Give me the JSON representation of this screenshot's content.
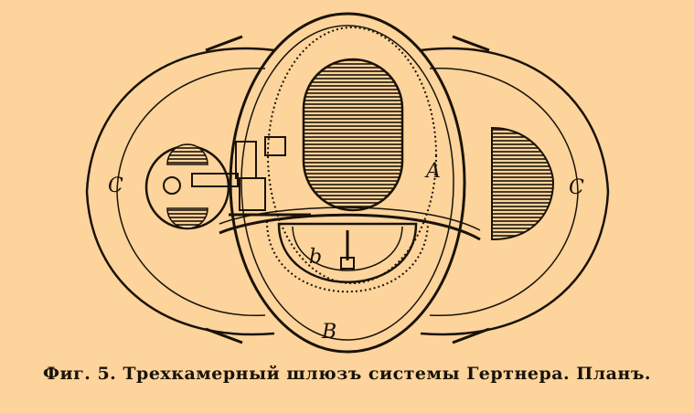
{
  "figure": {
    "labels": {
      "left_chamber": "C",
      "right_chamber": "C",
      "upper_chamber": "A",
      "lower_inner": "b",
      "lower_chamber": "B"
    },
    "caption": "Фиг. 5. Трехкамерный шлюзъ системы Гертнера. Планъ.",
    "colors": {
      "paper": "#fcd49c",
      "ink": "#1a1208"
    }
  }
}
